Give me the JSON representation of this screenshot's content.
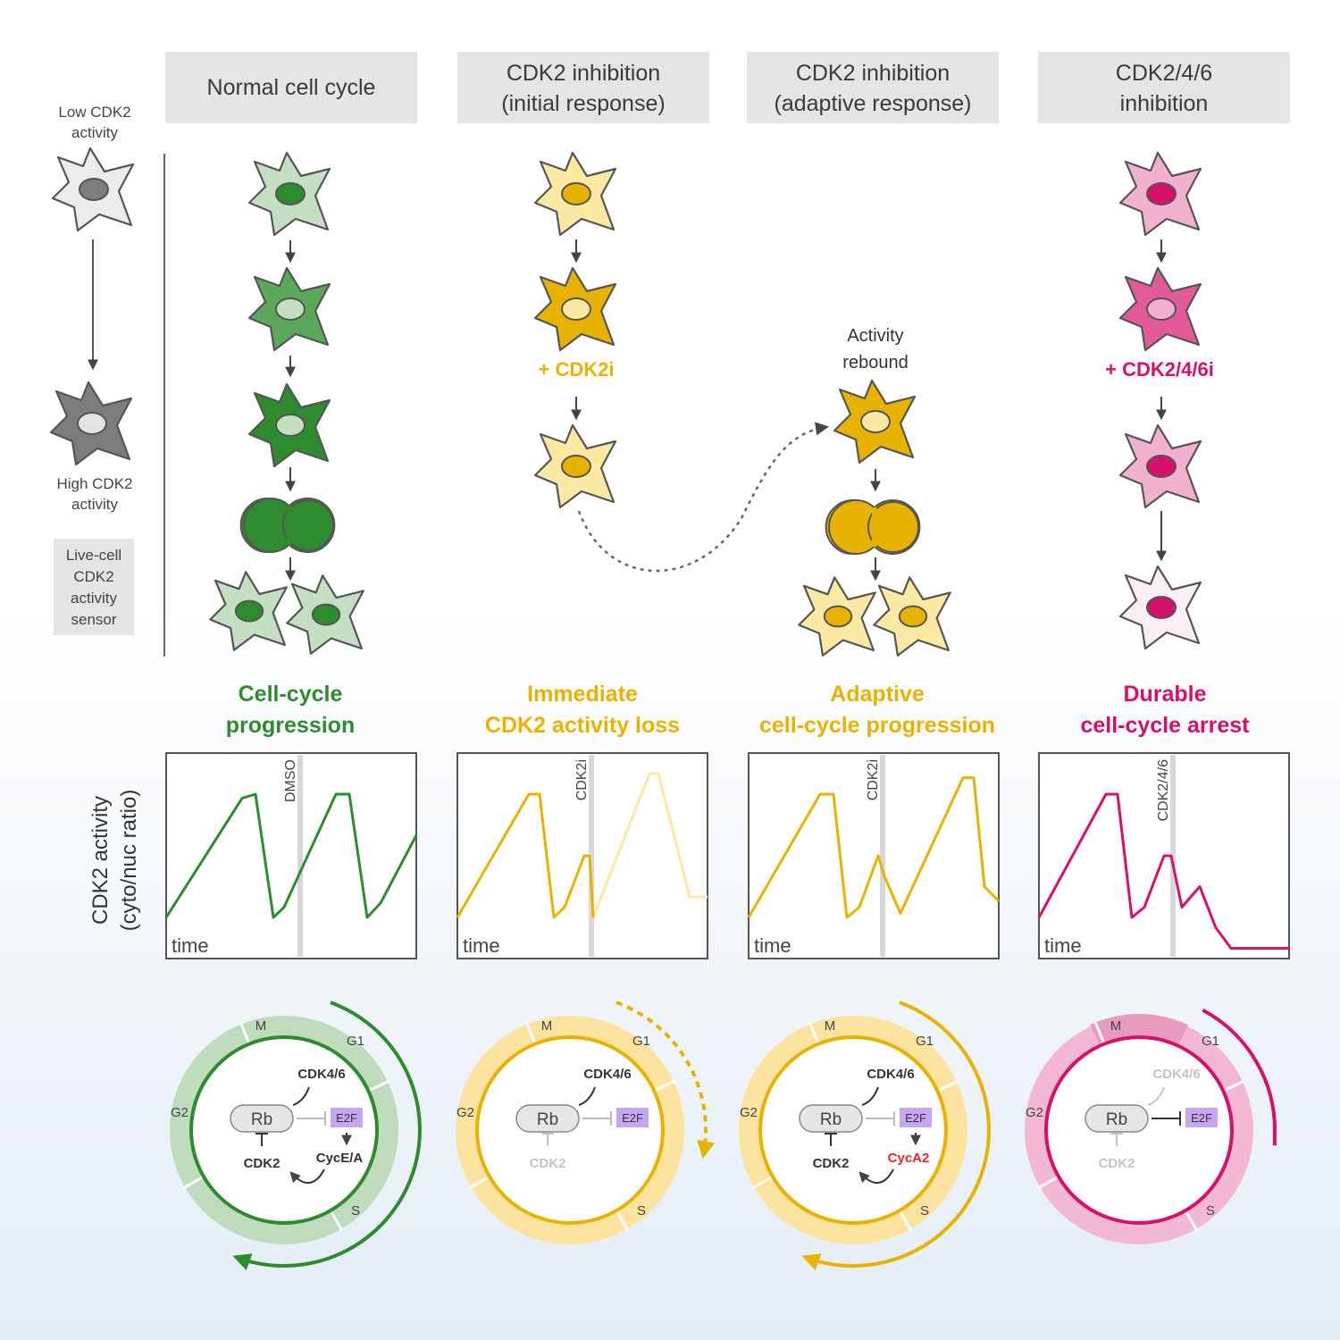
{
  "headers": {
    "normal": "Normal cell cycle",
    "cdk2_initial_l1": "CDK2 inhibition",
    "cdk2_initial_l2": "(initial response)",
    "cdk2_adaptive_l1": "CDK2 inhibition",
    "cdk2_adaptive_l2": "(adaptive response)",
    "cdk246_l1": "CDK2/4/6",
    "cdk246_l2": "inhibition"
  },
  "legend": {
    "low_l1": "Low CDK2",
    "low_l2": "activity",
    "high_l1": "High CDK2",
    "high_l2": "activity",
    "sensor_l1": "Live-cell",
    "sensor_l2": "CDK2",
    "sensor_l3": "activity",
    "sensor_l4": "sensor"
  },
  "drugs": {
    "cdk2i": "+ CDK2i",
    "cdk246i": "+ CDK2/4/6i"
  },
  "rebound": {
    "l1": "Activity",
    "l2": "rebound"
  },
  "outcomes": {
    "normal_l1": "Cell-cycle",
    "normal_l2": "progression",
    "initial_l1": "Immediate",
    "initial_l2": "CDK2 activity loss",
    "adaptive_l1": "Adaptive",
    "adaptive_l2": "cell-cycle progression",
    "arrest_l1": "Durable",
    "arrest_l2": "cell-cycle arrest"
  },
  "plots": {
    "ylabel_l1": "CDK2 activity",
    "ylabel_l2": "(cyto/nuc ratio)",
    "time_label": "time",
    "panels": [
      {
        "treatment": "DMSO"
      },
      {
        "treatment": "CDK2i"
      },
      {
        "treatment": "CDK2i"
      },
      {
        "treatment": "CDK2/4/6"
      }
    ]
  },
  "cycle": {
    "phases": [
      "M",
      "G1",
      "S",
      "G2"
    ],
    "molecules": {
      "cdk46": "CDK4/6",
      "rb": "Rb",
      "e2f": "E2F",
      "cdk2": "CDK2",
      "cyc_ea": "CycE/A",
      "cyc_a2": "CycA2"
    }
  },
  "colors": {
    "green_dark": "#2e8b2e",
    "green_mid": "#5aa85a",
    "green_light": "#c4dfc2",
    "yellow_dark": "#e8b200",
    "yellow_light": "#fbe9a4",
    "pink_dark": "#d6106b",
    "pink_mid": "#e35a9a",
    "pink_light": "#f1b1cf",
    "grey_dark": "#7d7d7d",
    "grey_light": "#e4e4e4",
    "header_bg": "#e5e5e5",
    "cdk2_red": "#e8232b"
  }
}
